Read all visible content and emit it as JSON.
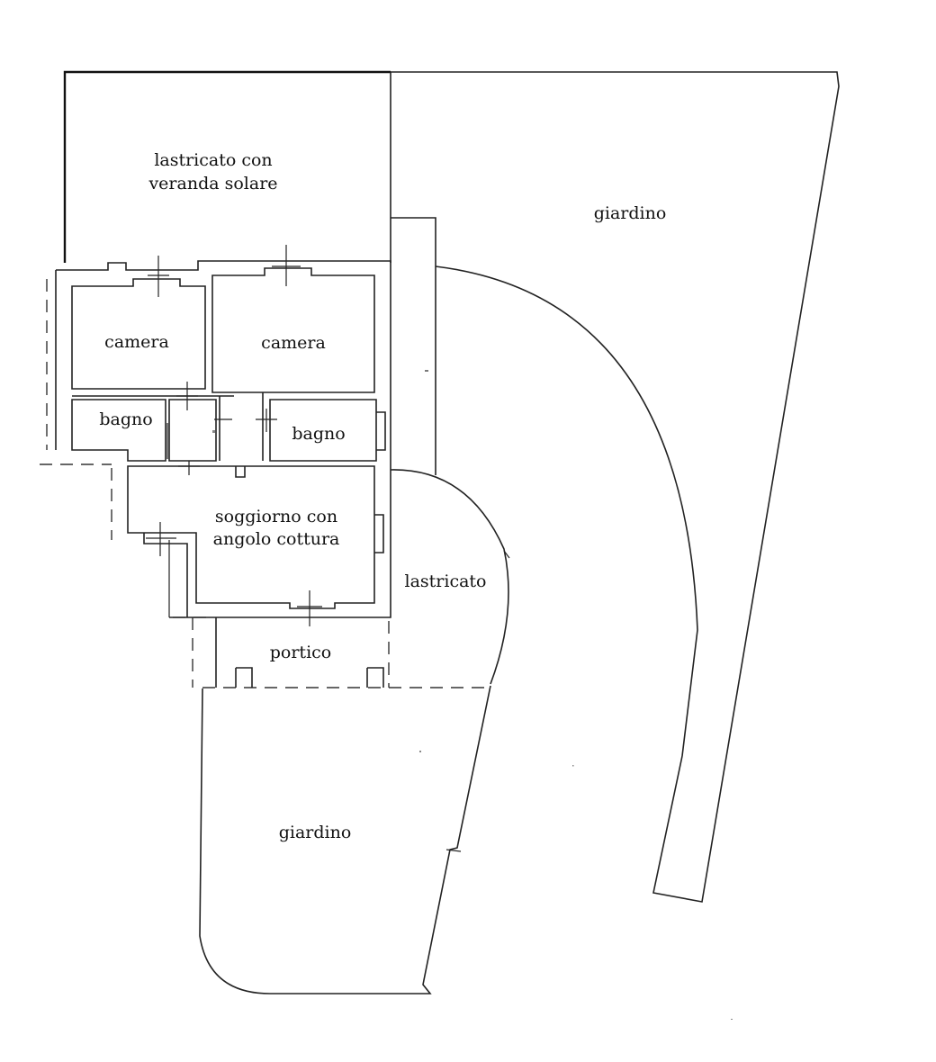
{
  "rooms": {
    "terrace_line1": "lastricato con",
    "terrace_line2": "veranda solare",
    "garden_right": "giardino",
    "bedroom_left": "camera",
    "bedroom_right": "camera",
    "bath_left": "bagno",
    "bath_right": "bagno",
    "living_line1": "soggiorno con",
    "living_line2": "angolo cottura",
    "paving": "lastricato",
    "porch": "portico",
    "garden_bottom": "giardino"
  }
}
